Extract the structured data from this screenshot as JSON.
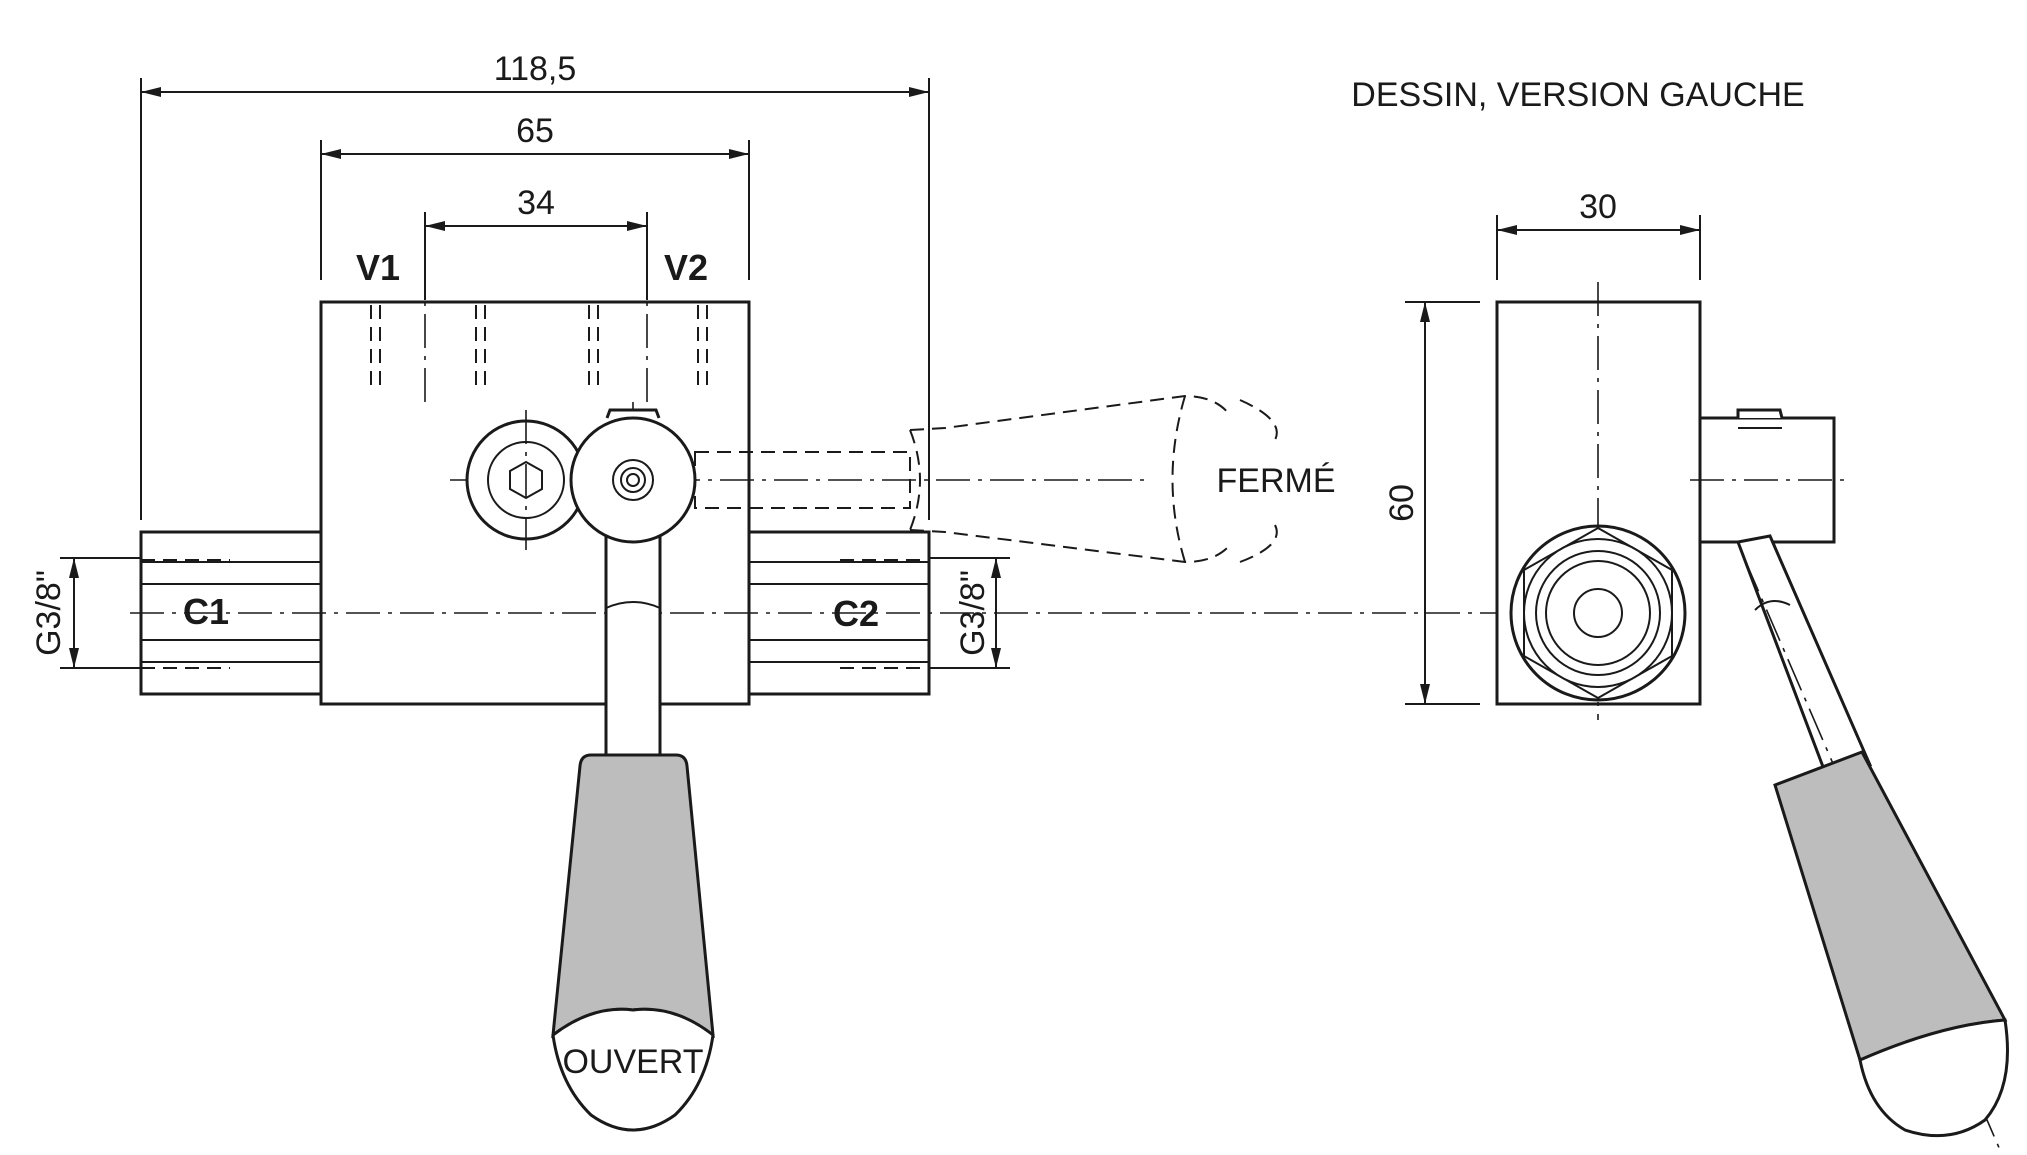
{
  "dimensions": {
    "overall_width": "118,5",
    "width_65": "65",
    "width_34": "34",
    "side_width": "30",
    "side_height": "60"
  },
  "ports": {
    "v1": "V1",
    "v2": "V2",
    "c1": "C1",
    "c2": "C2",
    "thread_left": "G3/8\"",
    "thread_right": "G3/8\""
  },
  "labels": {
    "title": "DESSIN, VERSION GAUCHE",
    "closed": "FERMÉ",
    "open": "OUVERT"
  }
}
